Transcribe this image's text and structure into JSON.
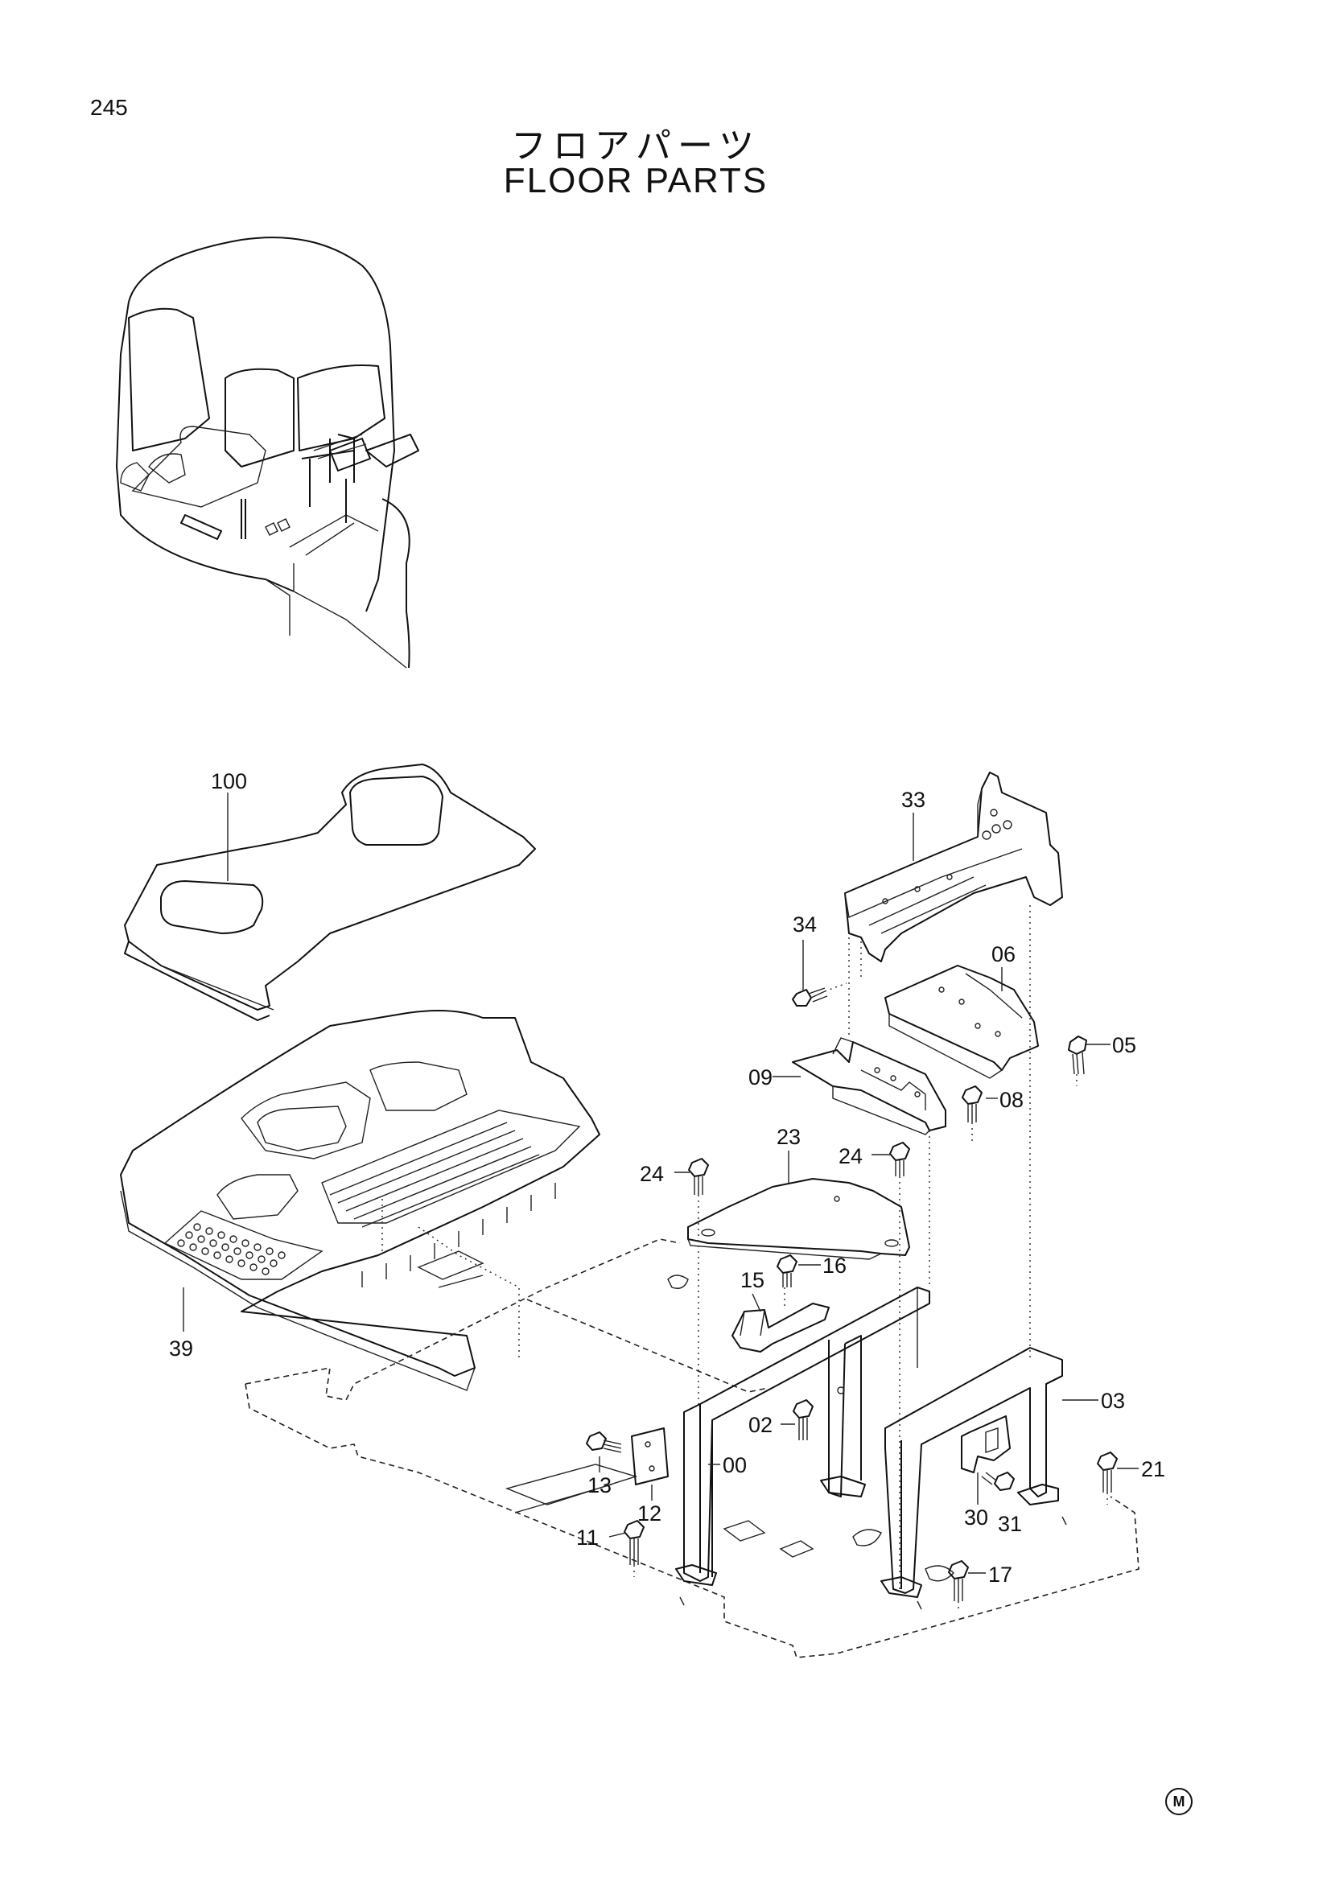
{
  "page_number": "245",
  "title_jp": "フロアパーツ",
  "title_en": "FLOOR PARTS",
  "callouts": [
    "100",
    "39",
    "33",
    "34",
    "06",
    "05",
    "09",
    "08",
    "23",
    "24",
    "24",
    "16",
    "15",
    "03",
    "02",
    "00",
    "13",
    "12",
    "11",
    "30",
    "31",
    "21",
    "17"
  ],
  "mark": "M"
}
